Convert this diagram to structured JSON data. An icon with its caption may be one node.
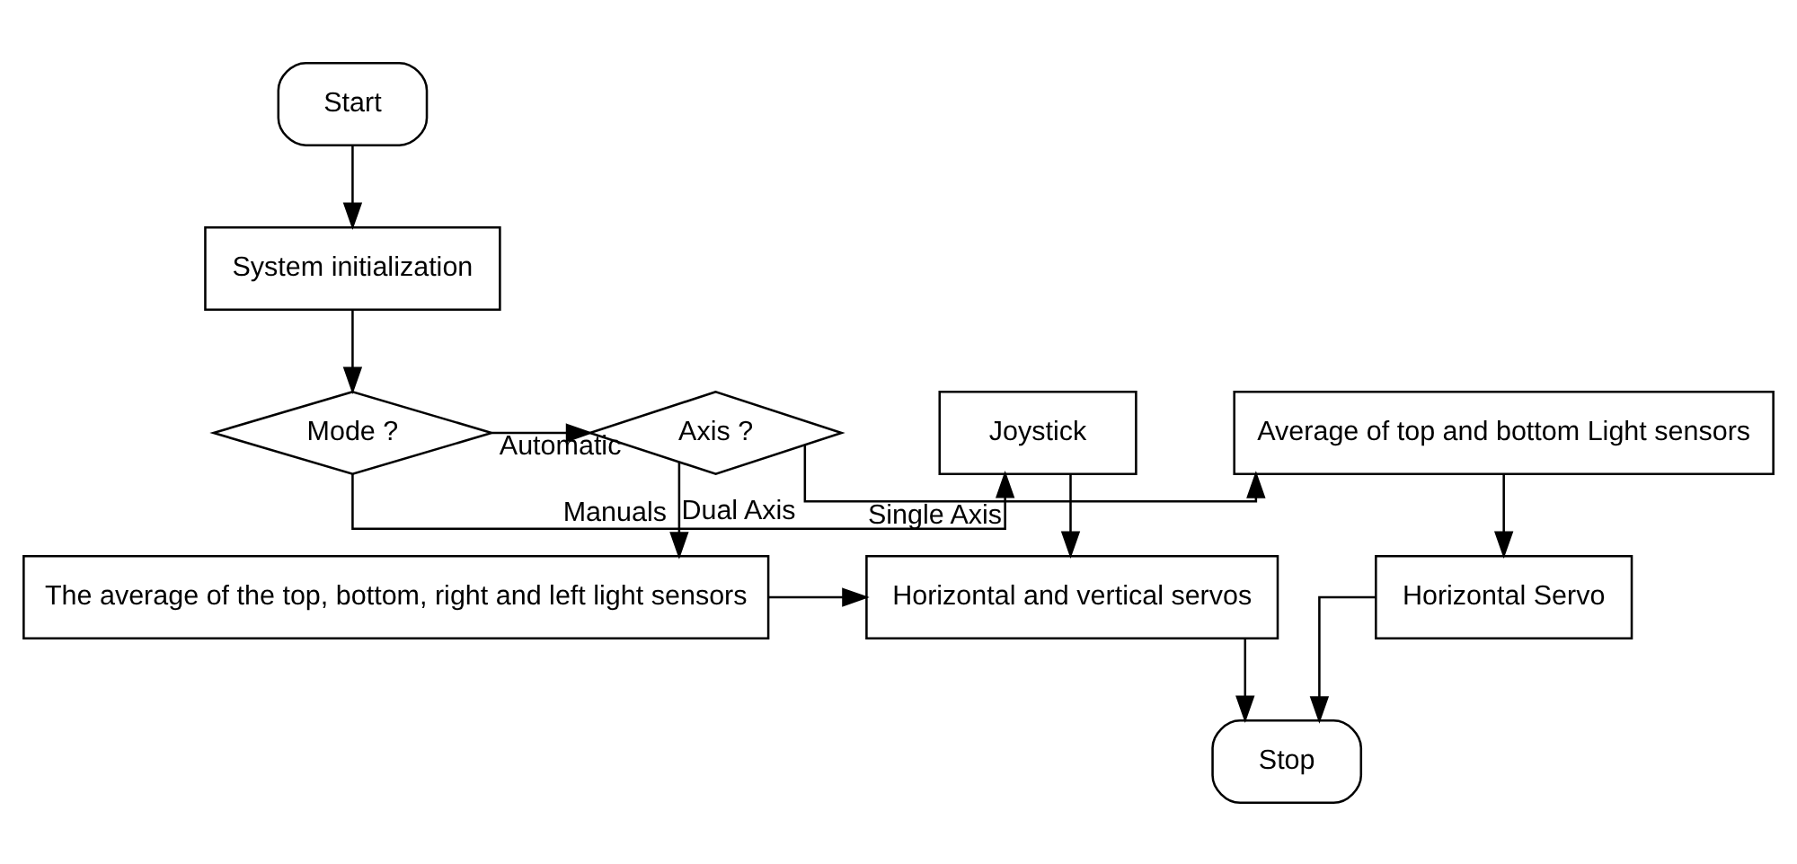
{
  "diagram": {
    "nodes": [
      {
        "text": [
          "Start"
        ]
      },
      {
        "text": [
          "System initialization"
        ]
      },
      {
        "text": [
          "Mode ?"
        ]
      },
      {
        "text": [
          "Axis ?"
        ]
      },
      {
        "text": [
          "Joystick"
        ]
      },
      {
        "text": [
          "Average of top and bottom Light sensors"
        ]
      },
      {
        "text": [
          "Horizontal Servo"
        ]
      },
      {
        "text": [
          "The average of the top, bottom, right and left light sensors"
        ]
      },
      {
        "text": [
          "Horizontal and vertical servos"
        ]
      },
      {
        "text": [
          "Stop"
        ]
      }
    ],
    "edges": [
      {
        "from": 0,
        "to": 1,
        "arrow": "to"
      },
      {
        "from": 1,
        "to": 2,
        "arrow": "to"
      },
      {
        "from": 2,
        "to": 3,
        "arrow": "to",
        "label": "Automatic"
      },
      {
        "from": 2,
        "to": 4,
        "arrow": "to",
        "label": "Manuals"
      },
      {
        "from": 3,
        "to": 5,
        "arrow": "to",
        "label": "Single Axis"
      },
      {
        "from": 3,
        "to": 7,
        "arrow": "to",
        "label": "Dual Axis"
      },
      {
        "from": 5,
        "to": 6,
        "arrow": "to"
      },
      {
        "from": 4,
        "to": 8,
        "arrow": "to"
      },
      {
        "from": 7,
        "to": 8,
        "arrow": "to"
      },
      {
        "from": 6,
        "to": 9,
        "arrow": "to"
      },
      {
        "from": 8,
        "to": 9,
        "arrow": "to"
      }
    ]
  }
}
